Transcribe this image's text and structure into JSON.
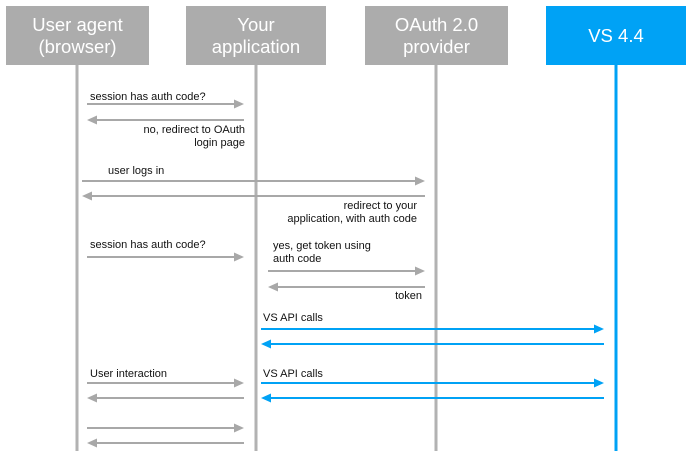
{
  "colors": {
    "actor_gray": "#acacac",
    "vs_blue": "#00a2f5",
    "arrow_gray": "#a8a8a8",
    "text": "#111111"
  },
  "actors": {
    "user_agent": {
      "label": "User agent\n(browser)",
      "color": "#acacac"
    },
    "your_app": {
      "label": "Your\napplication",
      "color": "#acacac"
    },
    "oauth": {
      "label": "OAuth 2.0\nprovider",
      "color": "#acacac"
    },
    "vs": {
      "label": "VS 4.4",
      "color": "#00a2f5"
    }
  },
  "messages": [
    {
      "from": "user_agent",
      "to": "your_app",
      "label": "session has auth code?"
    },
    {
      "from": "your_app",
      "to": "user_agent",
      "label": "no, redirect to OAuth\nlogin page"
    },
    {
      "from": "user_agent",
      "to": "oauth",
      "label": "user logs in"
    },
    {
      "from": "oauth",
      "to": "user_agent",
      "label": "redirect to your\napplication, with auth code"
    },
    {
      "from": "user_agent",
      "to": "your_app",
      "label": "session has auth code?"
    },
    {
      "from": "your_app",
      "to": "oauth",
      "label": "yes, get token using\nauth code"
    },
    {
      "from": "oauth",
      "to": "your_app",
      "label": "token"
    },
    {
      "from": "your_app",
      "to": "vs",
      "label": "VS API calls"
    },
    {
      "from": "vs",
      "to": "your_app",
      "label": ""
    },
    {
      "from": "user_agent",
      "to": "your_app",
      "label": "User interaction"
    },
    {
      "from": "your_app",
      "to": "vs",
      "label": "VS API calls"
    },
    {
      "from": "vs",
      "to": "your_app",
      "label": ""
    },
    {
      "from": "your_app",
      "to": "user_agent",
      "label": ""
    },
    {
      "from": "user_agent",
      "to": "your_app",
      "label": ""
    },
    {
      "from": "your_app",
      "to": "user_agent",
      "label": ""
    }
  ]
}
